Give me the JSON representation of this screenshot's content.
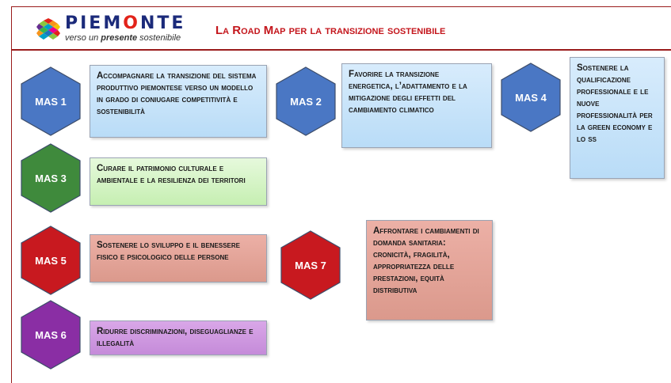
{
  "logo": {
    "name_start": "PIEM",
    "name_o": "O",
    "name_end": "NTE",
    "tagline_pre": "verso un ",
    "tagline_bold": "presente",
    "tagline_post": " sostenibile"
  },
  "title": "La Road Map per la transizione sostenibile",
  "colors": {
    "border": "#9a1b1b",
    "title": "#c4161c",
    "blue": "#4a77c4",
    "green": "#3f8a3c",
    "red": "#c8191f",
    "purple": "#8a2ea4"
  },
  "mas": [
    {
      "label": "MAS 1",
      "text": "Accompagnare la transizione del sistema produttivo piemontese verso un modello in grado di coniugare competitività e sostenibilità",
      "color": "blue"
    },
    {
      "label": "MAS 2",
      "text": "Favorire la transizione energetica, l’adattamento e la mitigazione degli effetti del cambiamento climatico",
      "color": "blue"
    },
    {
      "label": "MAS 4",
      "text": "Sostenere la qualificazione professionale e le nuove professionalità per la green economy e lo ss",
      "color": "blue"
    },
    {
      "label": "MAS 3",
      "text": "Curare il patrimonio culturale e ambientale e la resilienza dei territori",
      "color": "green"
    },
    {
      "label": "MAS 5",
      "text": "Sostenere lo sviluppo e il benessere fisico e psicologico delle persone",
      "color": "red"
    },
    {
      "label": "MAS 7",
      "text": "Affrontare i cambiamenti di domanda sanitaria: cronicità, fragilità, appropriatezza delle prestazioni, equità distributiva",
      "color": "red"
    },
    {
      "label": "MAS 6",
      "text": "Ridurre discriminazioni, diseguaglianze e illegalità",
      "color": "purple"
    }
  ]
}
